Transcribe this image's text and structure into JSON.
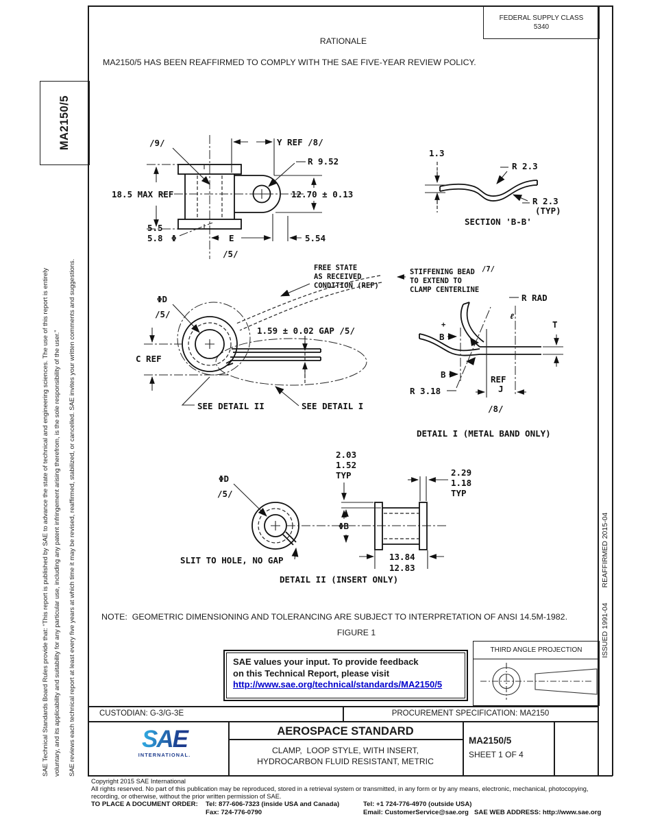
{
  "header": {
    "federal_supply_class_label": "FEDERAL SUPPLY CLASS",
    "federal_supply_class_value": "5340",
    "rationale_title": "RATIONALE",
    "rationale_text": "MA2150/5 HAS BEEN REAFFIRMED TO COMPLY WITH THE SAE FIVE-YEAR REVIEW POLICY."
  },
  "left_sidebar": {
    "doc_number": "MA2150/5",
    "disclaimer_line1": "SAE Technical Standards Board Rules provide that: “This report is published by SAE to advance the state of technical and engineering sciences. The use of this report is entirely",
    "disclaimer_line2": "voluntary, and its applicability and suitability for any particular use, including any patent infringement arising therefrom, is the sole responsibility of the user.”",
    "disclaimer_line3": "SAE reviews each technical report at least every five years at which time it may be revised, reaffirmed, stabilized, or cancelled. SAE invites your written comments and suggestions."
  },
  "right_sidebar": {
    "issued": "ISSUED 1991-04",
    "reaffirmed": "REAFFIRMED 2015-04"
  },
  "figure": {
    "note": "NOTE:  GEOMETRIC DIMENSIONING AND TOLERANCING ARE SUBJECT TO INTERPRETATION OF ANSI 14.5M-1982.",
    "caption": "FIGURE 1",
    "top_view": {
      "flag9": "/9/",
      "y_ref": "Y REF /8/",
      "r952": "R 9.52",
      "max_ref": "18.5 MAX REF",
      "tab_width": "12.70 ± 0.13",
      "dia_top": "5.5",
      "dia_bot": "5.8",
      "phi": "Φ",
      "e": "E",
      "d554": "5.54",
      "flag5": "/5/"
    },
    "section_bb": {
      "d13": "1.3",
      "r23": "R 2.3",
      "r23b": "R 2.3",
      "typ": "(TYP)",
      "caption": "SECTION 'B-B'"
    },
    "side_view": {
      "phi_d": "ΦD",
      "flag5": "/5/",
      "free1": "FREE STATE",
      "free2": "AS RECEIVED",
      "free3": "CONDITION (REF)",
      "gap": "1.59 ± 0.02 GAP /5/",
      "c_ref": "C REF",
      "detail_ii_ref": "SEE DETAIL II",
      "detail_i_ref": "SEE DETAIL I"
    },
    "detail_i": {
      "bead1": "STIFFENING BEAD",
      "flag7": "/7/",
      "bead2": "TO EXTEND TO",
      "bead3": "CLAMP CENTERLINE",
      "r_rad": "R RAD",
      "t": "T",
      "plus": "+",
      "b_top": "B",
      "b_bot": "B",
      "ref": "REF",
      "j": "J",
      "r318": "R 3.18",
      "flag8": "/8/",
      "cl": "ℓ",
      "caption": "DETAIL I (METAL BAND ONLY)"
    },
    "detail_ii": {
      "phi_d": "ΦD",
      "flag5": "/5/",
      "d203": "2.03",
      "d152": "1.52",
      "typ1": "TYP",
      "d229": "2.29",
      "d118": "1.18",
      "typ2": "TYP",
      "phi_b": "ΦB",
      "d1384": "13.84",
      "d1283": "12.83",
      "slit": "SLIT TO HOLE, NO GAP",
      "caption": "DETAIL II (INSERT ONLY)"
    }
  },
  "feedback_box": {
    "line1": "SAE values your input. To provide feedback",
    "line2": "on this Technical Report, please visit",
    "link": "http://www.sae.org/technical/standards/MA2150/5"
  },
  "projection_box": {
    "title": "THIRD ANGLE PROJECTION"
  },
  "custodian_row": {
    "custodian": "CUSTODIAN: G-3/G-3E",
    "procurement": "PROCUREMENT SPECIFICATION: MA2150"
  },
  "title_block": {
    "logo_text": "SAE",
    "logo_subtext": "INTERNATIONAL.",
    "doc_type": "AEROSPACE STANDARD",
    "title_line1": "CLAMP,  LOOP STYLE, WITH INSERT,",
    "title_line2": "HYDROCARBON FLUID RESISTANT, METRIC",
    "doc_number": "MA2150/5",
    "sheet": "SHEET 1 OF 4"
  },
  "footer": {
    "copyright": "Copyright 2015 SAE International",
    "rights_line1": "All rights reserved. No part of this publication may be reproduced, stored in a retrieval system or transmitted, in any form or by any means, electronic, mechanical, photocopying,",
    "rights_line2": "recording, or otherwise, without the prior written permission of SAE.",
    "order_label": "TO PLACE A DOCUMENT ORDER:",
    "tel_inside": "Tel: 877-606-7323 (inside USA and Canada)",
    "tel_outside": "Tel: +1 724-776-4970 (outside USA)",
    "fax": "Fax: 724-776-0790",
    "email": "Email: CustomerService@sae.org",
    "web": "SAE WEB ADDRESS: http://www.sae.org"
  }
}
